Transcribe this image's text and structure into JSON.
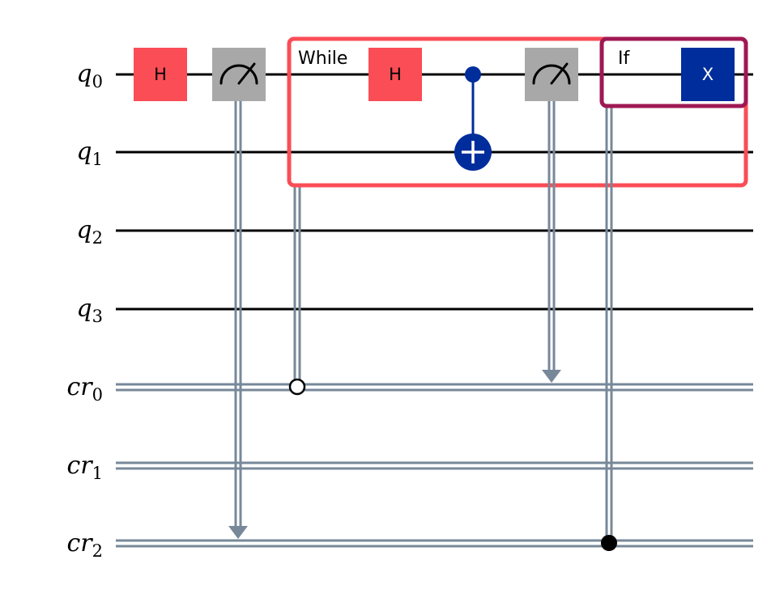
{
  "colors": {
    "quantum_wire": "#000000",
    "classical_wire": "#778899",
    "h_gate": "#fa4d56",
    "measure_gate": "#a8a8a8",
    "x_gate": "#002d9c",
    "cnot": "#002d9c",
    "while_box": "#fa4d56",
    "if_box": "#9f1853"
  },
  "wires": [
    {
      "id": "q0",
      "base": "q",
      "sub": "0",
      "type": "quantum"
    },
    {
      "id": "q1",
      "base": "q",
      "sub": "1",
      "type": "quantum"
    },
    {
      "id": "q2",
      "base": "q",
      "sub": "2",
      "type": "quantum"
    },
    {
      "id": "q3",
      "base": "q",
      "sub": "3",
      "type": "quantum"
    },
    {
      "id": "cr0",
      "base": "cr",
      "sub": "0",
      "type": "classical"
    },
    {
      "id": "cr1",
      "base": "cr",
      "sub": "1",
      "type": "classical"
    },
    {
      "id": "cr2",
      "base": "cr",
      "sub": "2",
      "type": "classical"
    }
  ],
  "gates": {
    "h1": {
      "label": "H",
      "wire": "q0"
    },
    "measure1": {
      "wire": "q0",
      "target": "cr2",
      "icon": "measure-icon"
    },
    "while_block": {
      "label": "While",
      "wires": [
        "q0",
        "q1"
      ],
      "condition_bit": "cr0",
      "condition_value": 0,
      "h": {
        "label": "H",
        "wire": "q0"
      },
      "cnot": {
        "control": "q0",
        "target": "q1"
      },
      "measure": {
        "wire": "q0",
        "target": "cr0",
        "icon": "measure-icon"
      }
    },
    "if_block": {
      "label": "If",
      "wires": [
        "q0"
      ],
      "condition_bit": "cr2",
      "condition_value": 1,
      "x": {
        "label": "X",
        "wire": "q0"
      }
    }
  }
}
